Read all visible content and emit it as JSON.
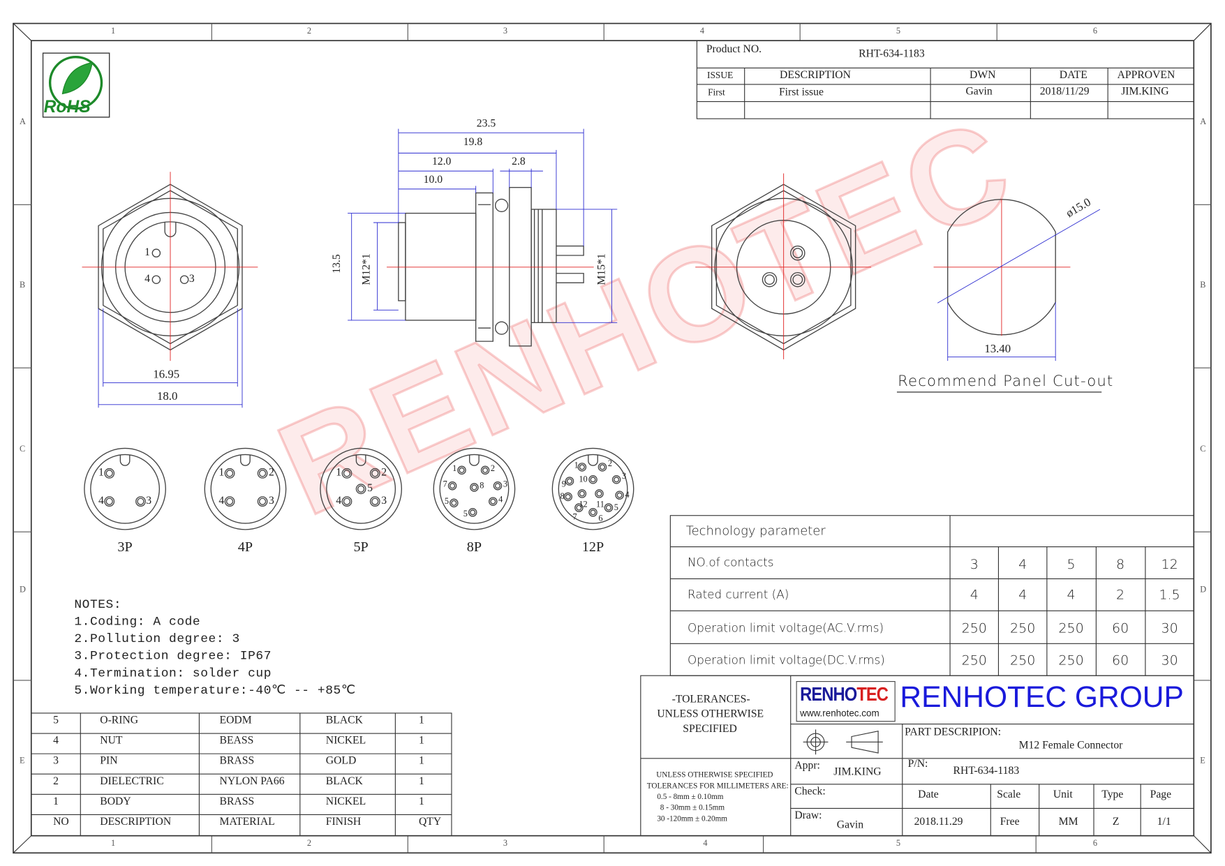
{
  "zones": {
    "columns": [
      "1",
      "2",
      "3",
      "4",
      "5",
      "6"
    ],
    "rows": [
      "A",
      "B",
      "C",
      "D",
      "E"
    ]
  },
  "rohs_logo": "RoHS",
  "revision": {
    "product_label": "Product NO.",
    "product_no": "RHT-634-1183",
    "headers": [
      "ISSUE",
      "DESCRIPTION",
      "DWN",
      "DATE",
      "APPROVEN"
    ],
    "row": [
      "First",
      "First issue",
      "Gavin",
      "2018/11/29",
      "JIM.KING"
    ]
  },
  "front_view": {
    "dim_flats": "16.95",
    "dim_across": "18.0",
    "pins": [
      "1",
      "4",
      "3"
    ]
  },
  "side_view": {
    "dims": [
      "23.5",
      "19.8",
      "12.0",
      "2.8",
      "10.0"
    ],
    "dim_height": "13.5",
    "thread_left": "M12*1",
    "thread_right": "M15*1"
  },
  "cutout": {
    "diameter": "ø15.0",
    "flat_width": "13.40",
    "title": "Recommend Panel Cut-out"
  },
  "watermark": "RENHOTEC",
  "pin_layouts": [
    {
      "label": "3P",
      "pins": [
        "1",
        "4",
        "3"
      ]
    },
    {
      "label": "4P",
      "pins": [
        "1",
        "2",
        "4",
        "3"
      ]
    },
    {
      "label": "5P",
      "pins": [
        "1",
        "2",
        "5",
        "4",
        "3"
      ]
    },
    {
      "label": "8P",
      "pins": [
        "1",
        "2",
        "7",
        "8",
        "3",
        "5",
        "4",
        "5"
      ]
    },
    {
      "label": "12P",
      "pins": [
        "1",
        "2",
        "9",
        "10",
        "3",
        "4",
        "8",
        "12",
        "11",
        "5",
        "7",
        "6"
      ]
    }
  ],
  "notes": {
    "title": "NOTES:",
    "items": [
      "1.Coding: A code",
      "2.Pollution degree: 3",
      "3.Protection degree: IP67",
      "4.Termination: solder cup",
      "5.Working temperature:-40℃ -- +85℃"
    ]
  },
  "bom": {
    "rows": [
      [
        "5",
        "O-RING",
        "EODM",
        "BLACK",
        "1"
      ],
      [
        "4",
        "NUT",
        "BEASS",
        "NICKEL",
        "1"
      ],
      [
        "3",
        "PIN",
        "BRASS",
        "GOLD",
        "1"
      ],
      [
        "2",
        "DIELECTRIC",
        "NYLON PA66",
        "BLACK",
        "1"
      ],
      [
        "1",
        "BODY",
        "BRASS",
        "NICKEL",
        "1"
      ]
    ],
    "headers": [
      "NO",
      "DESCRIPTION",
      "MATERIAL",
      "FINISH",
      "QTY"
    ]
  },
  "tech": {
    "title": "Technology parameter",
    "rows": [
      {
        "label": "NO.of contacts",
        "values": [
          "3",
          "4",
          "5",
          "8",
          "12"
        ]
      },
      {
        "label": "Rated current (A)",
        "values": [
          "4",
          "4",
          "4",
          "2",
          "1.5"
        ]
      },
      {
        "label": "Operation limit voltage(AC.V.rms)",
        "values": [
          "250",
          "250",
          "250",
          "60",
          "30"
        ]
      },
      {
        "label": "Operation limit voltage(DC.V.rms)",
        "values": [
          "250",
          "250",
          "250",
          "60",
          "30"
        ]
      }
    ]
  },
  "title_block": {
    "tolerances_title": [
      "-TOLERANCES-",
      "UNLESS OTHERWISE",
      "SPECIFIED"
    ],
    "tolerance_lines": [
      "UNLESS OTHERWISE SPECIFIED",
      "TOLERANCES FOR MILLIMETERS ARE:",
      "0.5 - 8mm ± 0.10mm",
      "8 - 30mm ± 0.15mm",
      "30 -120mm ± 0.20mm"
    ],
    "logo_text": "RENHOTEC",
    "logo_url": "www.renhotec.com",
    "company": "RENHOTEC GROUP",
    "company_color": "#1a1adb",
    "part_desc_label": "PART DESCRIPION:",
    "part_desc": "M12 Female Connector",
    "appr_label": "Appr:",
    "appr": "JIM.KING",
    "pn_label": "P/N:",
    "pn": "RHT-634-1183",
    "check_label": "Check:",
    "draw_label": "Draw:",
    "draw": "Gavin",
    "headers": [
      "Date",
      "Scale",
      "Unit",
      "Type",
      "Page"
    ],
    "values": [
      "2018.11.29",
      "Free",
      "MM",
      "Z",
      "1/1"
    ]
  }
}
